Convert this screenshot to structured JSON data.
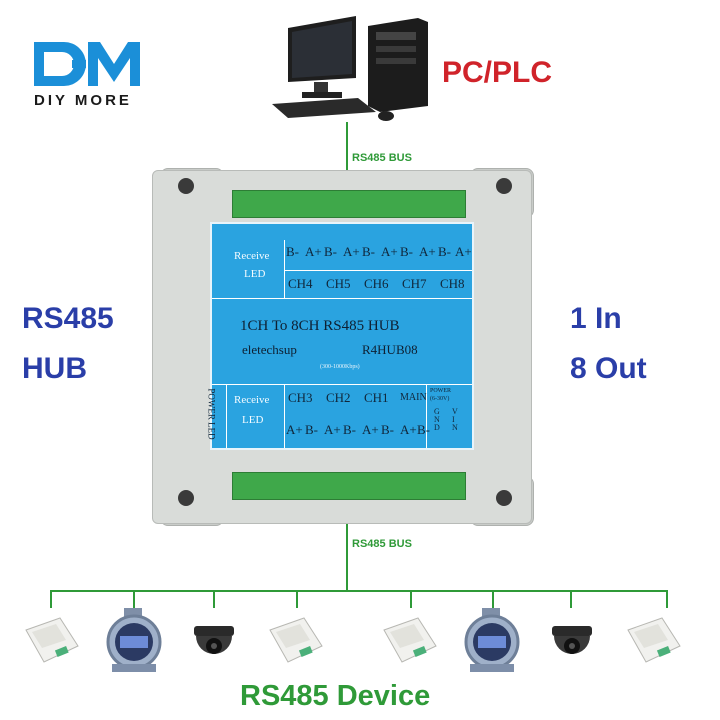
{
  "logo": {
    "text": "DIY MORE"
  },
  "pc_label": "PC/PLC",
  "bus_top": "RS485 BUS",
  "bus_bottom": "RS485 BUS",
  "hub_title_line1": "RS485",
  "hub_title_line2": "HUB",
  "io_line1": "1 In",
  "io_line2": "8 Out",
  "device_label": "RS485 Device",
  "panel": {
    "top_receive": "Receive",
    "top_led": "LED",
    "top_pins": [
      "B-",
      "A+",
      "B-",
      "A+",
      "B-",
      "A+",
      "B-",
      "A+",
      "B-",
      "A+"
    ],
    "top_channels": [
      "CH4",
      "CH5",
      "CH6",
      "CH7",
      "CH8"
    ],
    "title": "1CH To 8CH RS485 HUB",
    "brand": "eletechsup",
    "model": "R4HUB08",
    "speed": "(300-1000Kbps)",
    "power_led": "POWER LED",
    "bottom_receive": "Receive",
    "bottom_led": "LED",
    "bottom_channels": [
      "CH3",
      "CH2",
      "CH1",
      "MAIN"
    ],
    "power_label": "POWER",
    "power_range": "(6-30V)",
    "bottom_pins": [
      "A+",
      "B-",
      "A+",
      "B-",
      "A+",
      "B-",
      "A+",
      "B-"
    ],
    "gnd": "GND",
    "vin": "VIN"
  },
  "devices": [
    "data-collector",
    "digital-meter",
    "dome-camera",
    "data-collector",
    "data-collector",
    "digital-meter",
    "dome-camera",
    "data-collector"
  ],
  "colors": {
    "bus_green": "#2f9a38",
    "title_blue": "#2a3ea8",
    "pc_red": "#d0232a",
    "panel_blue": "#2aa3e0"
  }
}
